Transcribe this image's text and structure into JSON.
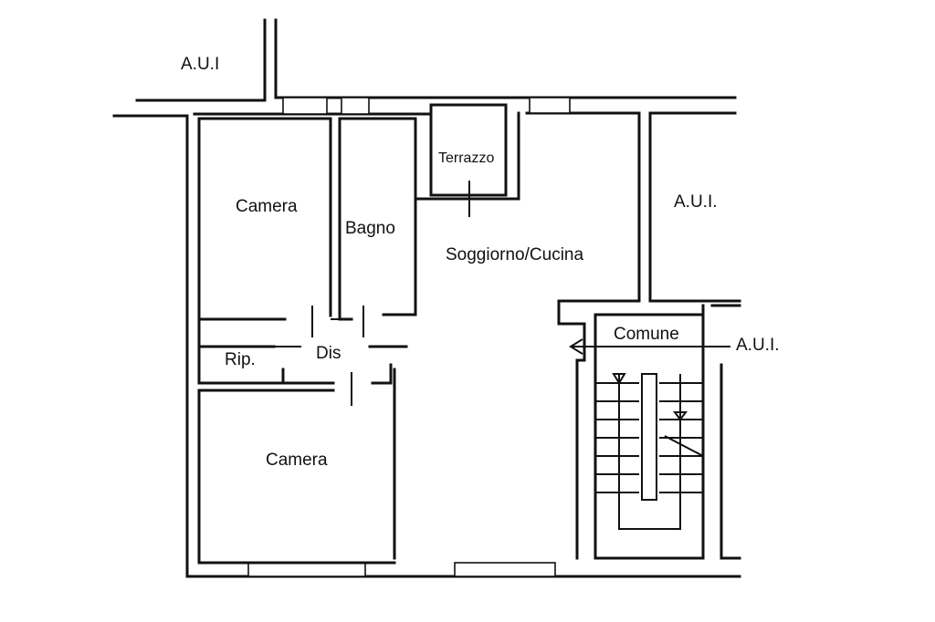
{
  "labels": {
    "aui_top_left": "A.U.I",
    "aui_right": "A.U.I.",
    "aui_stair": "A.U.I.",
    "camera_top": "Camera",
    "camera_bottom": "Camera",
    "bagno": "Bagno",
    "terrazzo": "Terrazzo",
    "soggiorno_cucina": "Soggiorno/Cucina",
    "ripostiglio": "Rip.",
    "disimpegno": "Dis",
    "comune": "Comune"
  },
  "colors": {
    "ink": "#111111",
    "paper": "#ffffff"
  }
}
